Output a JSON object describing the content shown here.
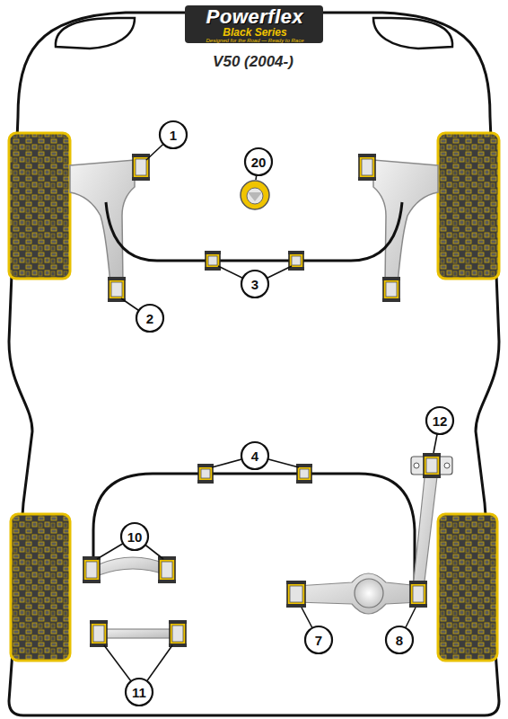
{
  "diagram": {
    "title": "V50 (2004-)",
    "labels": [
      "Powerflex",
      "Black Series",
      "Designed for the Road — Ready to Race",
      "1",
      "20",
      "2",
      "3",
      "4",
      "12",
      "10",
      "7",
      "8",
      "11"
    ]
  }
}
